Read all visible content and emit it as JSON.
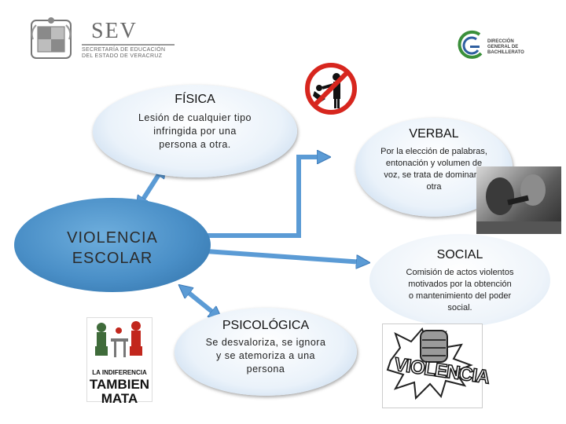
{
  "header": {
    "sev_title": "SEV",
    "sev_subtitle_line1": "SECRETARÍA DE EDUCACIÓN",
    "sev_subtitle_line2": "DEL ESTADO DE VERACRUZ",
    "dgb_line1": "DIRECCIÓN",
    "dgb_line2": "GENERAL DE",
    "dgb_line3": "BACHILLERATO"
  },
  "diagram": {
    "center": {
      "line1": "VIOLENCIA",
      "line2": "ESCOLAR"
    },
    "nodes": {
      "fisica": {
        "title": "FÍSICA",
        "desc_line1": "Lesión de cualquier tipo",
        "desc_line2": "infringida por una",
        "desc_line3": "persona a otra."
      },
      "verbal": {
        "title": "VERBAL",
        "desc_line1": "Por la elección de palabras,",
        "desc_line2": "entonación y volumen de",
        "desc_line3": "voz, se trata de dominar a",
        "desc_line4": "otra"
      },
      "social": {
        "title": "SOCIAL",
        "desc_line1": "Comisión de actos violentos",
        "desc_line2": "motivados por la obtención",
        "desc_line3": "o mantenimiento del poder",
        "desc_line4": "social."
      },
      "psicologica": {
        "title": "PSICOLÓGICA",
        "desc_line1": "Se desvaloriza, se ignora",
        "desc_line2": "y se atemoriza a una",
        "desc_line3": "persona"
      }
    },
    "images": {
      "indiferencia_line1": "LA INDIFERENCIA",
      "indiferencia_line2": "TAMBIEN",
      "indiferencia_line3": "MATA",
      "violencia_word": "VIOLENCIA"
    },
    "colors": {
      "central": "#4a8fc7",
      "arrow": "#5b9bd5",
      "no_sign": "#d7261e"
    }
  }
}
